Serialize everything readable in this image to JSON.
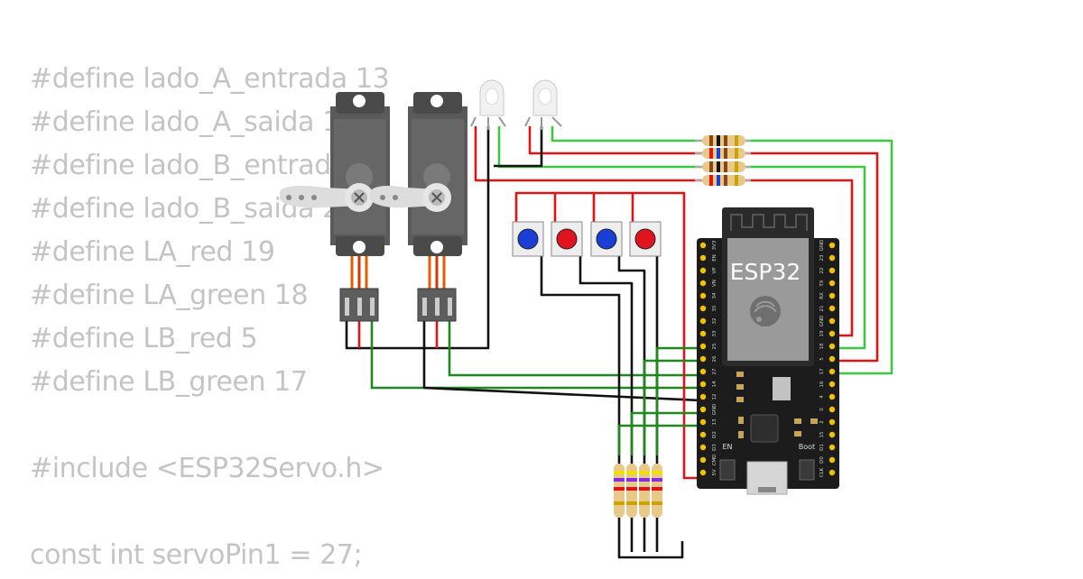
{
  "code": {
    "lines": [
      "#define lado_A_entrada 13",
      "#define lado_A_saida 12",
      "#define lado_B_entrada 14",
      "#define lado_B_saida 27",
      "#define LA_red 19",
      "#define LA_green 18",
      "#define LB_red 5",
      "#define LB_green 17",
      "",
      "#include <ESP32Servo.h>",
      "",
      "const int servoPin1 = 27;"
    ]
  },
  "board": {
    "label": "ESP32",
    "en_label": "EN",
    "boot_label": "Boot",
    "left_pins": [
      "3V3",
      "EN",
      "VP",
      "VN",
      "34",
      "35",
      "32",
      "33",
      "25",
      "26",
      "27",
      "14",
      "12",
      "GND",
      "13",
      "D2",
      "D3",
      "CMD",
      "5V"
    ],
    "right_pins": [
      "GND",
      "23",
      "22",
      "TX",
      "RX",
      "21",
      "GND",
      "19",
      "18",
      "5",
      "17",
      "16",
      "4",
      "0",
      "2",
      "15",
      "D1",
      "D0",
      "CLK"
    ]
  },
  "buttons": [
    {
      "color": "#1a3fd6"
    },
    {
      "color": "#e0141e"
    },
    {
      "color": "#1a3fd6"
    },
    {
      "color": "#e0141e"
    }
  ],
  "colors": {
    "wire_red": "#e01414",
    "wire_green": "#3dc93d",
    "wire_dark_green": "#1e8a1e",
    "wire_black": "#111111",
    "servo_body": "#555555",
    "board": "#1c1c1c",
    "code_text": "#c4c4c4"
  }
}
